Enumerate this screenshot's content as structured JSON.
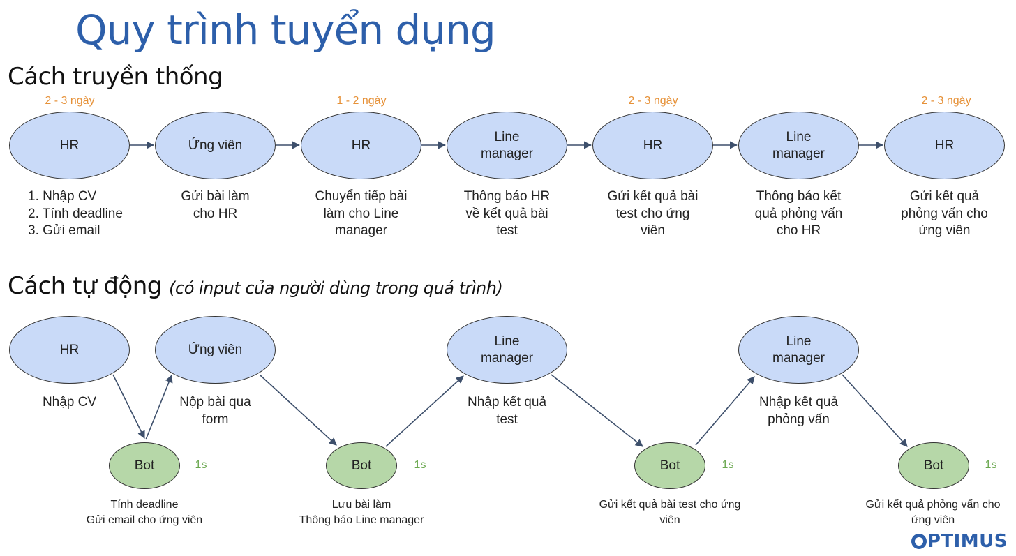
{
  "title": "Quy trình tuyển dụng",
  "traditional": {
    "heading": "Cách truyền thống",
    "durations": [
      "2 - 3 ngày",
      "1 - 2 ngày",
      "2 - 3 ngày",
      "2 - 3 ngày"
    ],
    "nodes": [
      "HR",
      "Ứng viên",
      "HR",
      "Line\nmanager",
      "HR",
      "Line\nmanager",
      "HR"
    ],
    "captions": [
      "1. Nhập CV\n2. Tính deadline\n3. Gửi email",
      "Gửi bài làm\ncho HR",
      "Chuyển tiếp bài\nlàm cho Line\nmanager",
      "Thông báo HR\nvề kết quả bài\ntest",
      "Gửi kết quả bài\ntest cho ứng\nviên",
      "Thông báo kết\nquả phỏng vấn\ncho HR",
      "Gửi kết quả\nphỏng vấn cho\nứng viên"
    ]
  },
  "automatic": {
    "heading": "Cách tự động",
    "note": "(có input của người dùng trong quá trình)",
    "nodes": [
      "HR",
      "Ứng viên",
      "Line\nmanager",
      "Line\nmanager"
    ],
    "captions": [
      "Nhập CV",
      "Nộp bài qua\nform",
      "Nhập kết quả\ntest",
      "Nhập kết quả\nphỏng vấn"
    ],
    "bots": [
      {
        "label": "Bot",
        "time": "1s",
        "caption": "Tính deadline\nGửi email cho ứng viên"
      },
      {
        "label": "Bot",
        "time": "1s",
        "caption": "Lưu bài làm\nThông báo Line manager"
      },
      {
        "label": "Bot",
        "time": "1s",
        "caption": "Gửi kết quả bài test cho ứng\nviên"
      },
      {
        "label": "Bot",
        "time": "1s",
        "caption": "Gửi kết quả phỏng vấn cho\nứng viên"
      }
    ]
  },
  "logo": "PTIMUS",
  "colors": {
    "title": "#2d5faa",
    "duration": "#e69138",
    "time": "#6aa84f",
    "node_fill": "#c9daf8",
    "bot_fill": "#b6d7a8",
    "arrow": "#3d4f6b"
  }
}
